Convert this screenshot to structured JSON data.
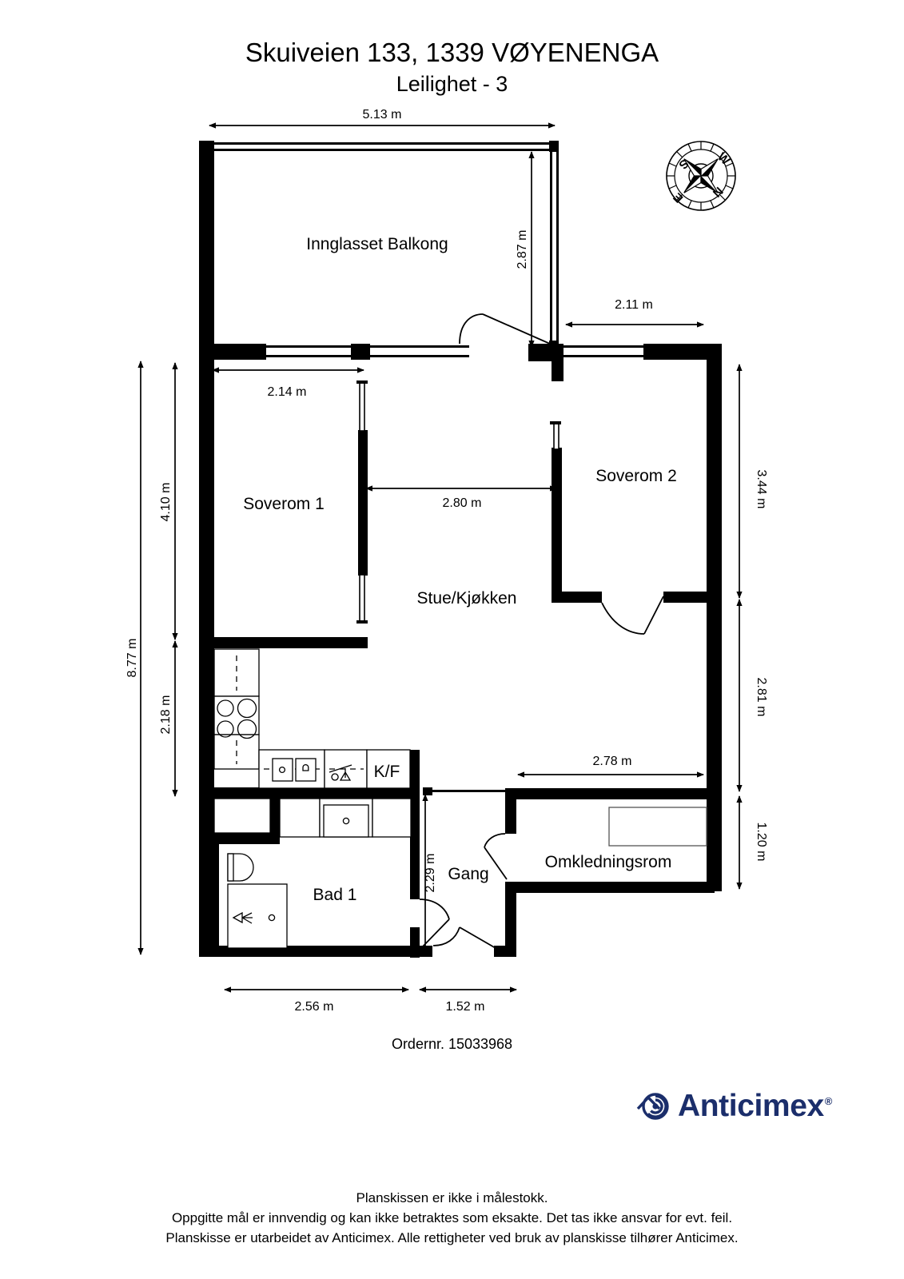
{
  "document": {
    "title_line1": "Skuiveien 133, 1339 VØYENENGA",
    "title_line2": "Leilighet  - 3",
    "order_number": "Ordernr. 15033968"
  },
  "brand": {
    "name": "Anticimex",
    "trademark": "®",
    "color": "#1b2e6b",
    "logo_icon": "spiral-icon"
  },
  "compass": {
    "icon": "compass-rose-icon",
    "labels": {
      "n": "N",
      "s": "S",
      "e": "E",
      "w": "W"
    }
  },
  "rooms": [
    {
      "id": "balkong",
      "label": "Innglasset Balkong"
    },
    {
      "id": "soverom1",
      "label": "Soverom 1"
    },
    {
      "id": "soverom2",
      "label": "Soverom 2"
    },
    {
      "id": "stue",
      "label": "Stue/Kjøkken"
    },
    {
      "id": "kf",
      "label": "K/F"
    },
    {
      "id": "bad1",
      "label": "Bad 1"
    },
    {
      "id": "gang",
      "label": "Gang"
    },
    {
      "id": "omkledningsrom",
      "label": "Omkledningsrom"
    }
  ],
  "dimensions": {
    "balcony_width": "5.13 m",
    "balcony_depth": "2.87 m",
    "soverom2_width": "2.11 m",
    "soverom1_width": "2.14 m",
    "stue_width": "2.80 m",
    "total_height": "8.77 m",
    "upper_left_height": "4.10 m",
    "lower_left_height": "2.18 m",
    "soverom2_height": "3.44 m",
    "stue_lower_height": "2.81 m",
    "omkledning_height": "1.20 m",
    "omkledning_width": "2.78 m",
    "gang_height": "2.29 m",
    "bad_width": "2.56 m",
    "gang_width": "1.52 m"
  },
  "footer": {
    "line1": "Planskissen er ikke i målestokk.",
    "line2": "Oppgitte mål er innvendig og kan ikke betraktes som eksakte. Det tas ikke ansvar for evt. feil.",
    "line3": "Planskisse er utarbeidet av Anticimex. Alle rettigheter ved bruk av planskisse tilhører Anticimex."
  }
}
